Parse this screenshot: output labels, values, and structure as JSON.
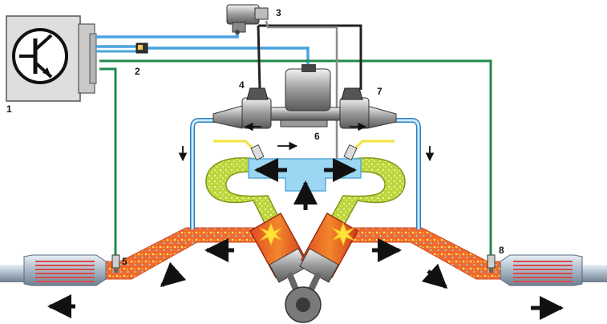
{
  "callouts": {
    "c1": "1",
    "c2": "2",
    "c3": "3",
    "c4": "4",
    "c5": "5",
    "c6": "6",
    "c7": "7",
    "c8": "8"
  },
  "colors": {
    "vacuum_line": "#4aa3df",
    "signal_line": "#1f8a4c",
    "control_line": "#222222",
    "pipe_outline": "#2b7fc0",
    "exhaust_hot": "#ef5a24",
    "exhaust_glow": "#f7a23a",
    "air_blue": "#9cd6f2",
    "secondary_air_fill": "#c8dc4a",
    "catalyst_red": "#d84a4a",
    "spark_yellow": "#ffe23a"
  },
  "icons": {
    "ecu": "transistor-symbol-icon",
    "flow": "arrow-icon",
    "spark": "spark-icon"
  }
}
